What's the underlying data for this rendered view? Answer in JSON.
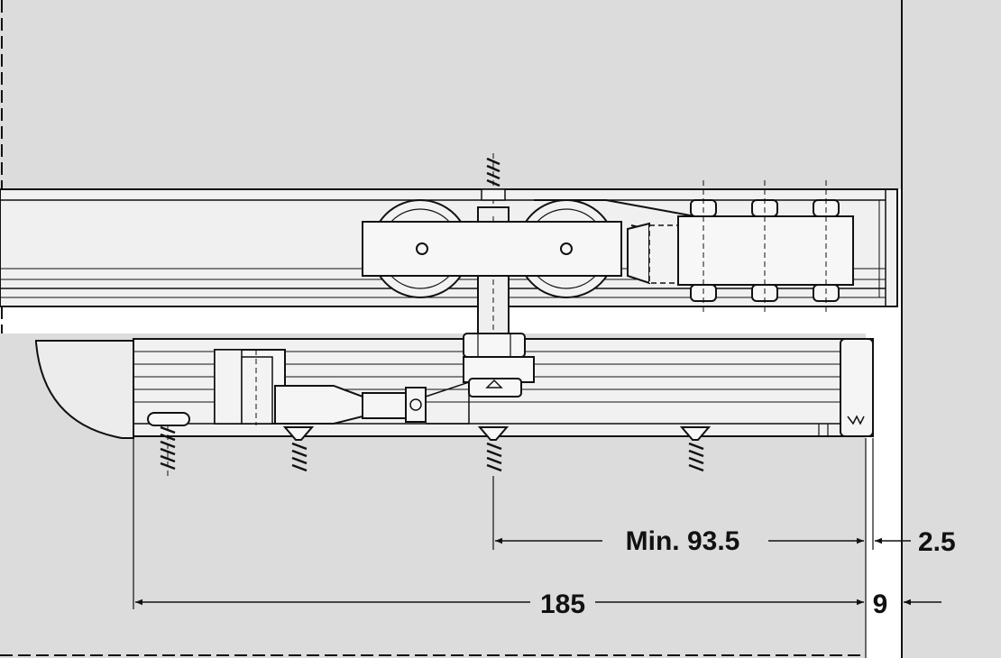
{
  "dimensions": {
    "min_clearance": "Min. 93.5",
    "gap": "2.5",
    "track_width": "185",
    "panel_thickness": "9"
  },
  "colors": {
    "ceiling": "#dcdcdc",
    "door": "#d4d4d4",
    "rail": "#eeeeee",
    "hardware": "#f2f2f2",
    "line": "#111111"
  }
}
